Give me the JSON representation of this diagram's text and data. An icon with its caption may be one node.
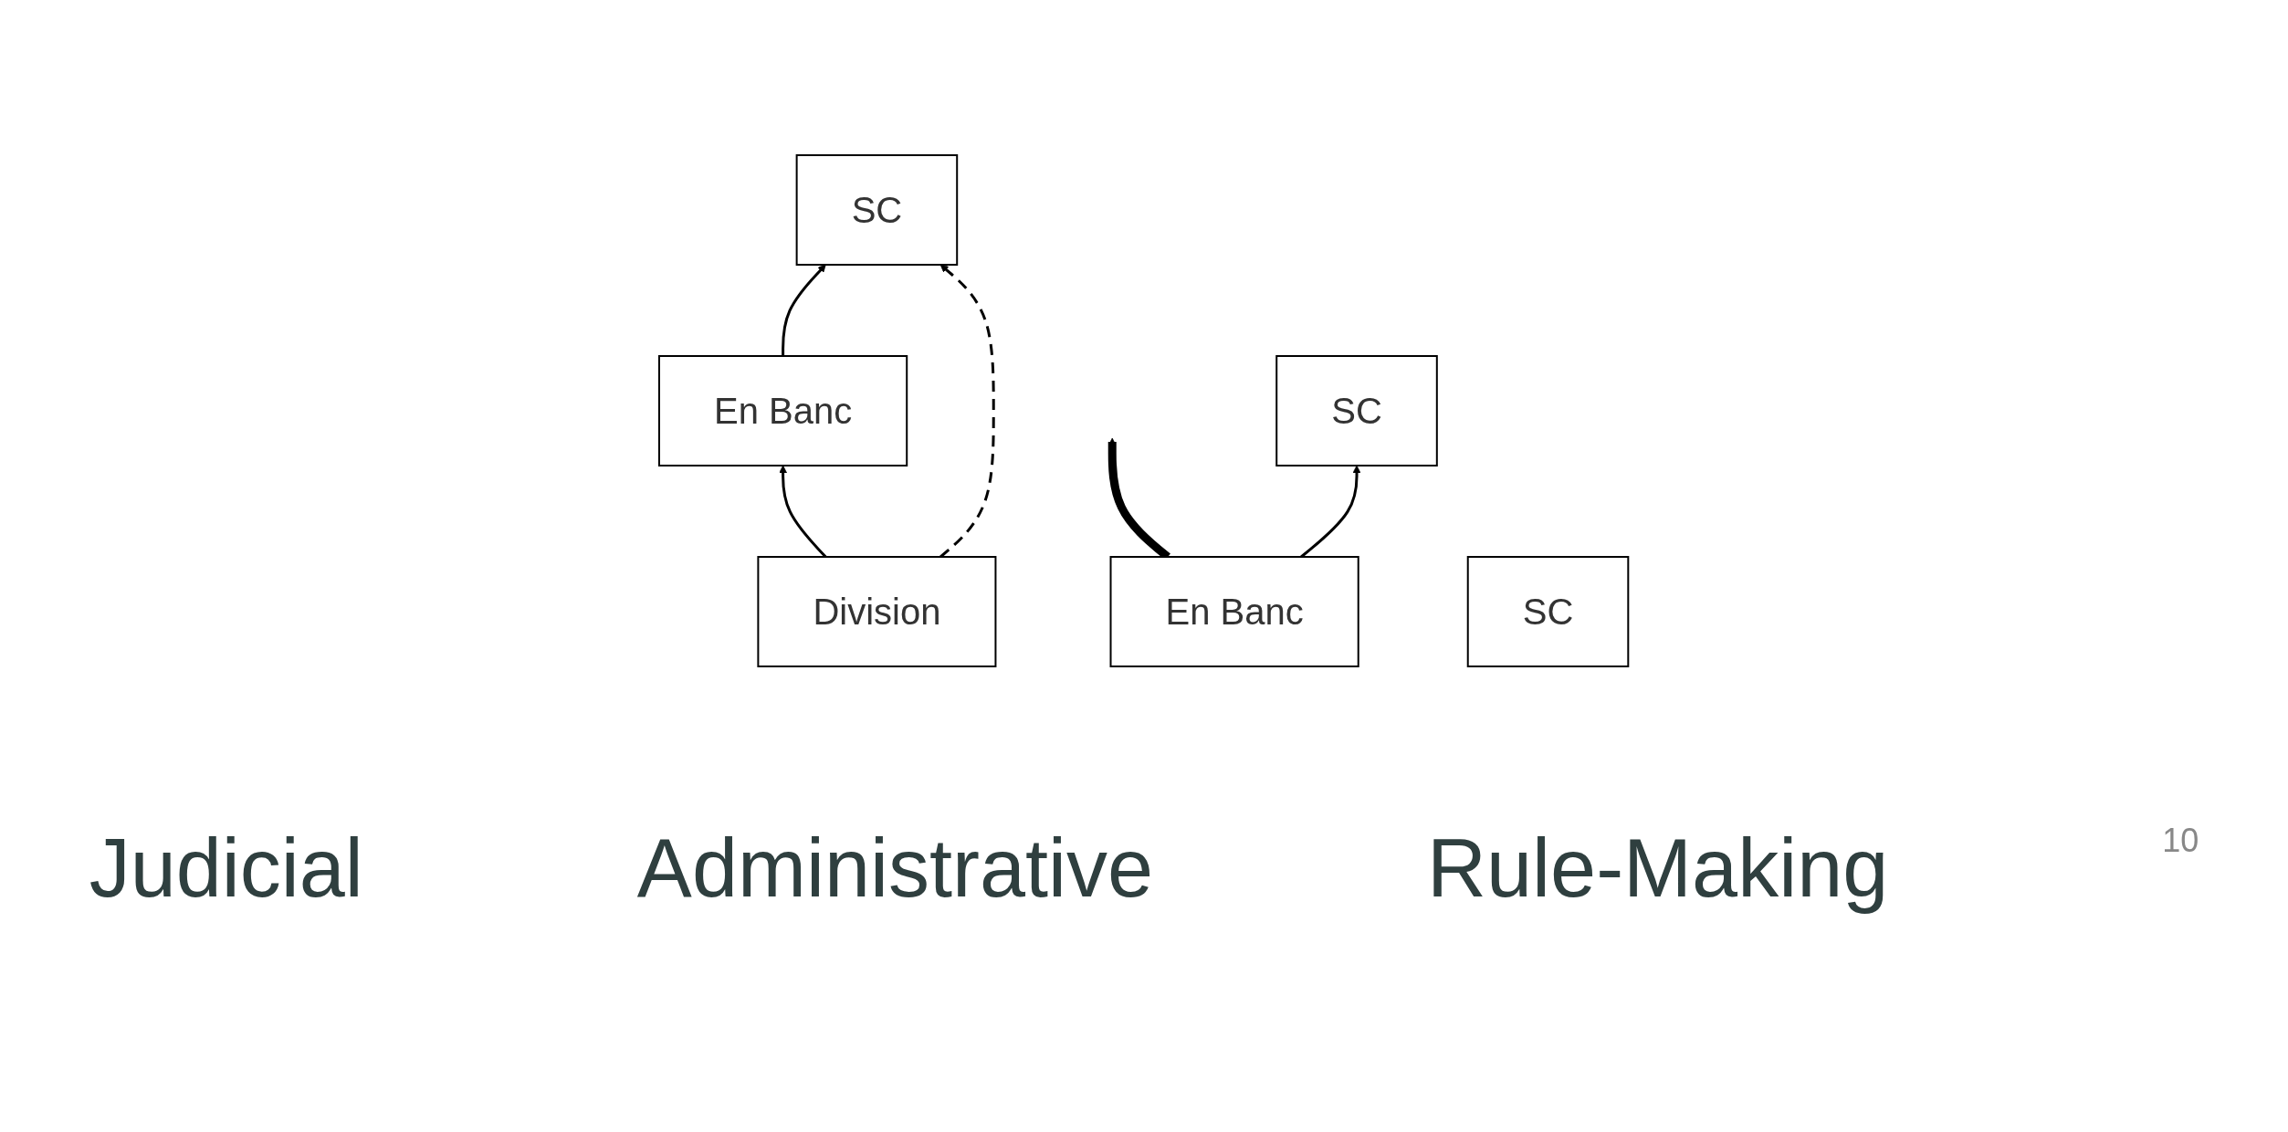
{
  "diagram": {
    "nodes": [
      {
        "text": [
          "SC"
        ]
      },
      {
        "text": [
          "En Banc"
        ]
      },
      {
        "text": [
          "Division"
        ]
      },
      {
        "text": [
          "SC"
        ]
      },
      {
        "text": [
          "En Banc"
        ]
      },
      {
        "text": [
          "SC"
        ]
      }
    ],
    "edges": [
      {
        "from": 1,
        "to": 0,
        "arrow": "to"
      },
      {
        "from": 2,
        "to": 1,
        "arrow": "to"
      },
      {
        "from": 2,
        "to": 0,
        "arrow": "to",
        "style": "dashed"
      },
      {
        "from": 4,
        "to": null,
        "arrow": "to",
        "style": "thick"
      },
      {
        "from": 4,
        "to": 3,
        "arrow": "to"
      }
    ],
    "labels": [
      "Judicial",
      "Administrative",
      "Rule-Making",
      "10"
    ]
  }
}
